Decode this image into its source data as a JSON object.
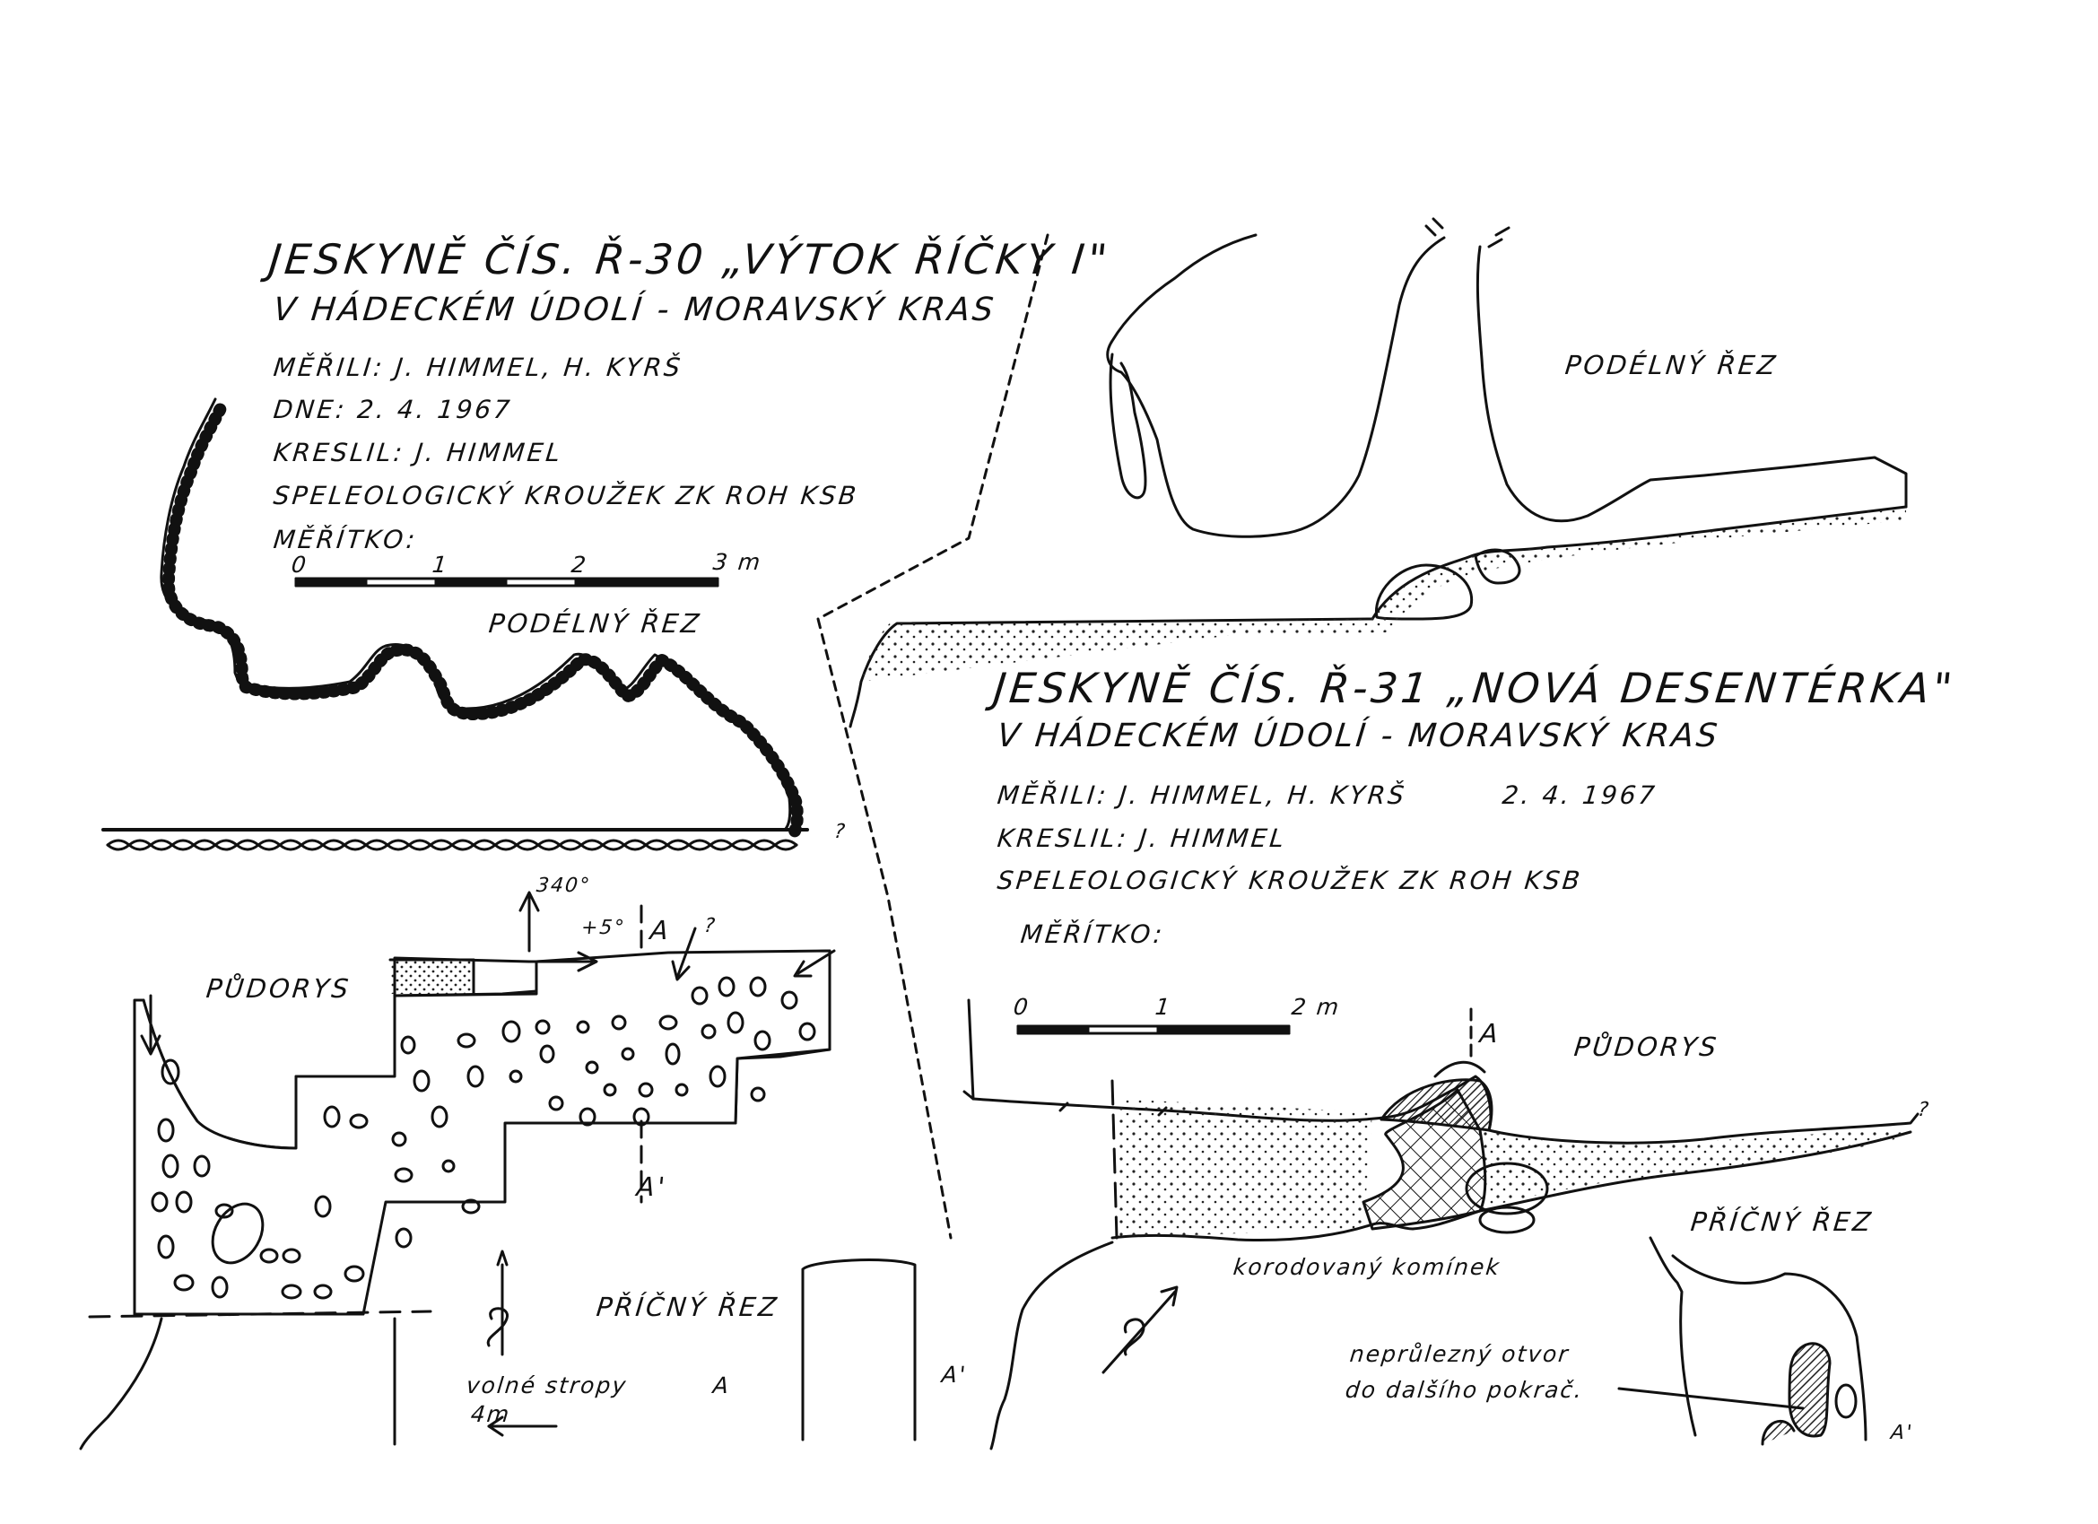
{
  "cave30": {
    "title": "JESKYNĚ ČÍS. Ř-30 „VÝTOK ŘÍČKY I\"",
    "subtitle": "V HÁDECKÉM ÚDOLÍ - MORAVSKÝ KRAS",
    "surveyed": "MĚŘILI: J. HIMMEL, H. KYRŠ",
    "date": "DNE: 2. 4. 1967",
    "drawn": "KRESLIL: J. HIMMEL",
    "club": "SPELEOLOGICKÝ KROUŽEK ZK ROH KSB",
    "scale_label": "MĚŘÍTKO:",
    "scale_ticks": [
      "0",
      "1",
      "2",
      "3 m"
    ],
    "section_long": "PODÉLNÝ ŘEZ",
    "plan": "PŮDORYS",
    "section_cross": "PŘÍČNÝ ŘEZ",
    "bearing": "340°",
    "slope": "+5°",
    "section_a": "A",
    "section_a2": "A'",
    "unknown": "?",
    "ceiling_note": "volné stropy",
    "length_note": "4m"
  },
  "cave31": {
    "title": "JESKYNĚ ČÍS. Ř-31 „NOVÁ DESENTÉRKA\"",
    "subtitle": "V HÁDECKÉM ÚDOLÍ - MORAVSKÝ KRAS",
    "surveyed": "MĚŘILI: J. HIMMEL, H. KYRŠ",
    "date": "2. 4. 1967",
    "drawn": "KRESLIL: J. HIMMEL",
    "club": "SPELEOLOGICKÝ KROUŽEK ZK ROH KSB",
    "scale_label": "MĚŘÍTKO:",
    "scale_ticks": [
      "0",
      "1",
      "2 m"
    ],
    "section_long": "PODÉLNÝ ŘEZ",
    "plan": "PŮDORYS",
    "section_cross": "PŘÍČNÝ ŘEZ",
    "section_a": "A",
    "section_a2": "A'",
    "unknown": "?",
    "chimney_note": "korodovaný komínek",
    "opening_note_1": "neprůlezný otvor",
    "opening_note_2": "do dalšího pokrač."
  }
}
